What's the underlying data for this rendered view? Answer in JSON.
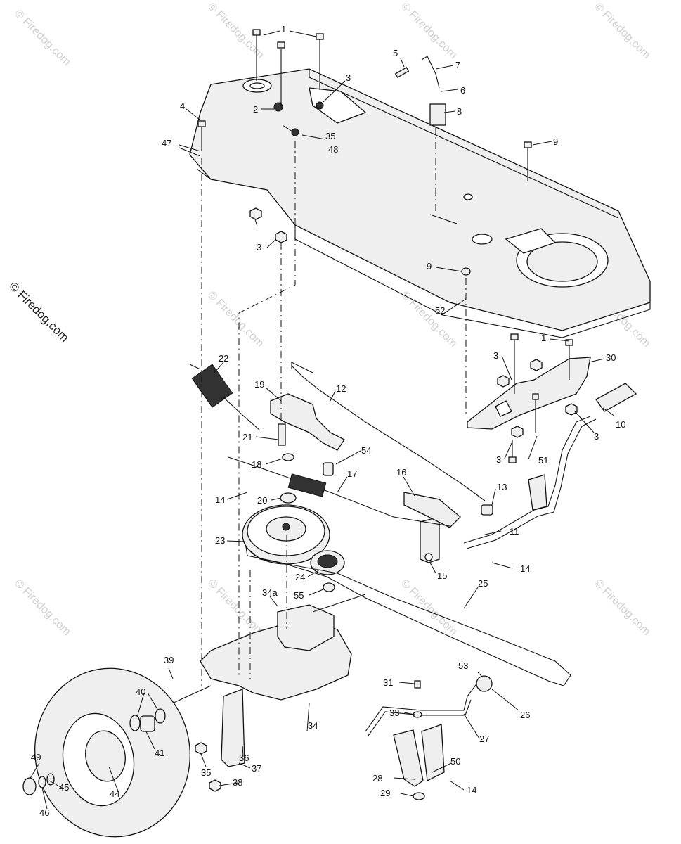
{
  "watermark": {
    "main": "© Firedog.com",
    "tile": "© Firedog.com"
  },
  "labels": {
    "l1a": "1",
    "l1b": "1",
    "l2": "2",
    "l3a": "3",
    "l3b": "3",
    "l3c": "3",
    "l3d": "3",
    "l3e": "3",
    "l4": "4",
    "l5": "5",
    "l6": "6",
    "l7": "7",
    "l8": "8",
    "l9a": "9",
    "l9b": "9",
    "l10": "10",
    "l11": "11",
    "l12": "12",
    "l13": "13",
    "l14a": "14",
    "l14b": "14",
    "l14c": "14",
    "l15": "15",
    "l16": "16",
    "l17": "17",
    "l18": "18",
    "l19": "19",
    "l20": "20",
    "l21": "21",
    "l22": "22",
    "l23": "23",
    "l24": "24",
    "l25": "25",
    "l26": "26",
    "l27": "27",
    "l28": "28",
    "l29": "29",
    "l30": "30",
    "l31": "31",
    "l33": "33",
    "l34": "34",
    "l34a": "34a",
    "l35a": "35",
    "l35b": "35",
    "l36": "36",
    "l37": "37",
    "l38": "38",
    "l39": "39",
    "l40": "40",
    "l41": "41",
    "l44": "44",
    "l45": "45",
    "l46": "46",
    "l47": "47",
    "l48": "48",
    "l49": "49",
    "l50": "50",
    "l51": "51",
    "l52": "52",
    "l53": "53",
    "l54": "54",
    "l55": "55"
  }
}
